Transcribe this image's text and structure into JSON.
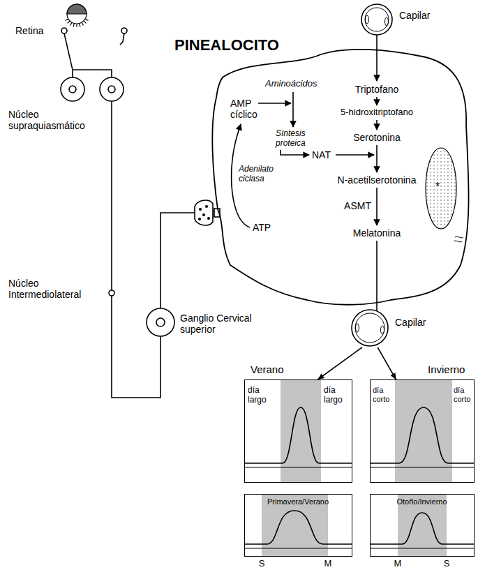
{
  "diagram": {
    "nodes": [
      {
        "text": [
          "Capilar"
        ]
      },
      {
        "text": [
          "PINEALOCITO"
        ]
      },
      {
        "text": [
          "Capilar"
        ]
      },
      {
        "text": [
          "Verano",
          "día largo",
          "día largo"
        ]
      },
      {
        "text": [
          "Invierno",
          "día corto",
          "día corto"
        ]
      },
      {
        "text": [
          "Primavera/Verano"
        ]
      },
      {
        "text": [
          "Otoño/Invierno"
        ]
      }
    ],
    "edges": [
      {
        "from": 2,
        "to": 3,
        "arrow": "to"
      },
      {
        "from": 2,
        "to": 4,
        "arrow": "to"
      }
    ],
    "labels": [
      "Retina",
      "Núcleo supraquiasmático",
      "Núcleo Intermediolateral",
      "Ganglio Cervical superior",
      "Aminoácidos",
      "AMP cíclico",
      "Síntesis proteica",
      "NAT",
      "Adenilato ciclasa",
      "ATP",
      "Triptofano",
      "5-hidroxitriptofano",
      "Serotonina",
      "N-acetilserotonina",
      "ASMT",
      "Melatonina",
      "*",
      "S",
      "M",
      "M",
      "S"
    ]
  }
}
